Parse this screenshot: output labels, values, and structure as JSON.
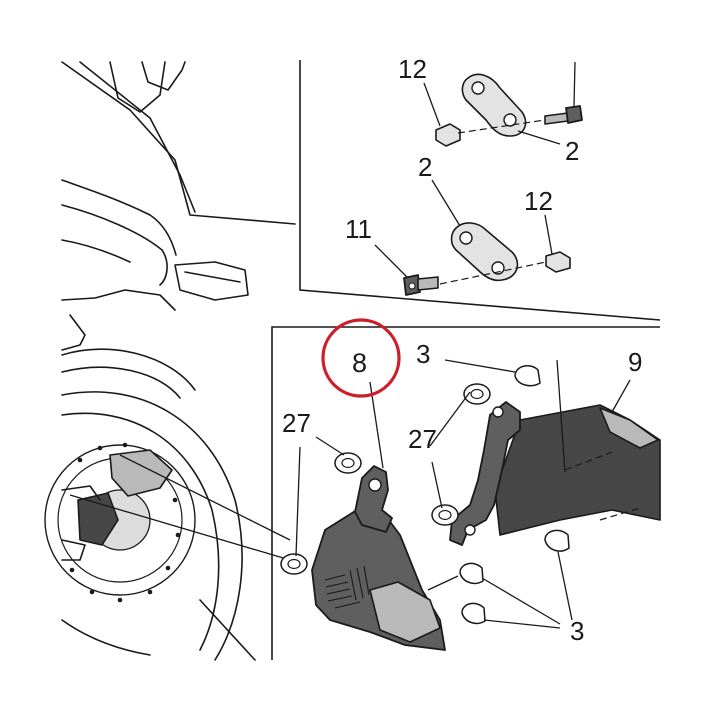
{
  "diagram": {
    "highlight_color": "#cc1f2a",
    "highlighted_part": "8",
    "callouts": {
      "c12a": "12",
      "c2a": "2",
      "c2b": "2",
      "c12b": "12",
      "c11": "11",
      "c8": "8",
      "c3a": "3",
      "c9": "9",
      "c27a": "27",
      "c27b": "27",
      "c3b": "3"
    }
  }
}
